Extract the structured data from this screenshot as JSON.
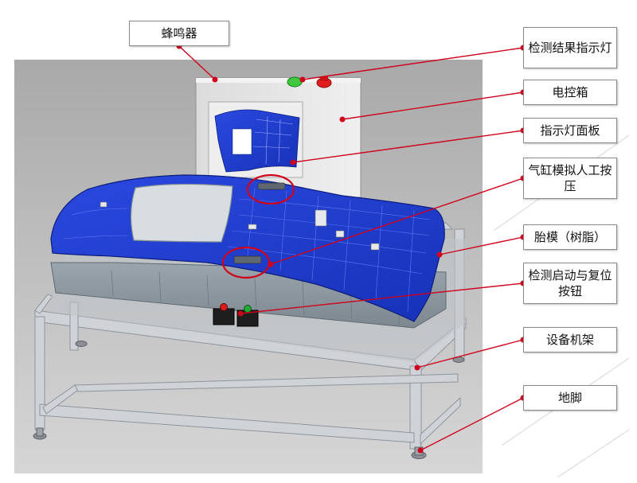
{
  "labels": {
    "buzzer": "蜂鸣器",
    "indicator_light": "检测结果指示灯",
    "control_box": "电控箱",
    "indicator_panel": "指示灯面板",
    "cylinder": "气缸模拟人工按压",
    "mold": "胎模（树脂）",
    "start_reset": "检测启动与复位按钮",
    "frame": "设备机架",
    "foot": "地脚"
  },
  "colors": {
    "leader": "#d0021b",
    "part_blue": "#1f3fd6",
    "frame_gray": "#c9cdd2",
    "backdrop": "#bdbdbd"
  }
}
